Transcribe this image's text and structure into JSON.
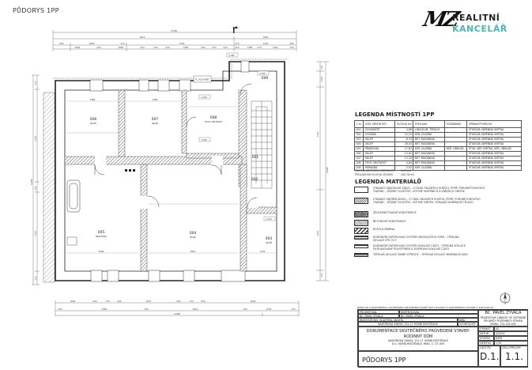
{
  "sheet": {
    "title": "PŮDORYS 1PP",
    "scale_bar_total": "13380"
  },
  "logo": {
    "monogram": "MZ",
    "line1": "REALITNÍ",
    "line2": "KANCELÁŘ",
    "accent_color": "#4fb6b8"
  },
  "dimensions": {
    "top_overall": "13380",
    "top_row2": [
      "660",
      "3690",
      "470",
      "5790",
      "410",
      "3100",
      "460"
    ],
    "top_row2_sub": [
      "9015",
      "3835"
    ],
    "top_row3": [
      "2860",
      "640",
      "2060",
      "640",
      "520",
      "640",
      "1400",
      "640",
      "570",
      "640",
      "80",
      "410",
      "1380",
      "570",
      "1150",
      "730"
    ],
    "top_row3_openings": [
      "900/1420",
      "900/1420",
      "900/1420",
      "900/1420",
      "900/1420",
      "1500",
      "1500/1500"
    ],
    "bottom_row1": [
      "1690",
      "640",
      "730",
      "640",
      "2670",
      "640",
      "720",
      "640",
      "4630"
    ],
    "bottom_row1_openings": [
      "900/1420",
      "900/1420",
      "900/1420",
      "900/1420"
    ],
    "bottom_row2": [
      "520",
      "4380",
      "330",
      "5610",
      "330",
      "3130",
      "370"
    ],
    "bottom_overall": "13380",
    "left": [
      "470",
      "4460",
      "420",
      "3720",
      "470"
    ],
    "left_overall": "13380",
    "right": [
      "340",
      "1300",
      "140",
      "4340",
      "170",
      "4210",
      "370"
    ],
    "right_overall": "13380",
    "right_openings": "1400/1250"
  },
  "rooms": [
    {
      "id": "006",
      "name": "SKLEP",
      "width": "3380"
    },
    {
      "id": "007",
      "name": "SKLEP",
      "width": "2380"
    },
    {
      "id": "008",
      "name": "TECH. MÍSTNOST",
      "width": "2290"
    },
    {
      "id": "009",
      "name": "VERANDA",
      "width": "2100"
    },
    {
      "id": "001",
      "name": "SCHODIŠTĚ"
    },
    {
      "id": "002",
      "name": "CHODBA"
    },
    {
      "id": "005",
      "name": "PRÁDELNA",
      "width": "4300"
    },
    {
      "id": "004",
      "name": "SKLEP",
      "width": "5610"
    },
    {
      "id": "003",
      "name": "SKLEP",
      "width": "2130"
    }
  ],
  "level_marks": [
    "-2,450",
    "-2,450",
    "-2,560",
    "-2,450",
    "-1,590",
    "-1,450",
    "-1,410"
  ],
  "annotation_boxes": [
    "EL. ROZVADĚČ"
  ],
  "hatched_label": "ZEMINA / TERÉN",
  "room_legend": {
    "title": "LEGENDA MÍSTNOSTÍ 1PP",
    "headers": [
      "Č.m.",
      "ÚČEL MÍSTNOSTI",
      "PLOCHA m2",
      "PODLAHA",
      "POZNÁMKA",
      "ÚPRAVA POVRCHU"
    ],
    "rows": [
      [
        "001",
        "SCHODIŠTĚ",
        "4,66",
        "LINOLEUM, TERACO",
        "",
        "ŠTUKOVÁ VÁPENNÁ OMÍTKA"
      ],
      [
        "002",
        "CHODBA",
        "10,25",
        "KER. DLAŽBA",
        "",
        "ŠTUKOVÁ VÁPENNÁ OMÍTKA"
      ],
      [
        "003",
        "SKLEP",
        "8,70",
        "BET. MAZANINA",
        "",
        "ŠTUKOVÁ VÁPENNÁ OMÍTKA"
      ],
      [
        "004",
        "SKLEP",
        "26,04",
        "BET. MAZANINA",
        "",
        "ŠTUKOVÁ VÁPENNÁ OMÍTKA"
      ],
      [
        "005",
        "PRÁDELNA",
        "17,63",
        "KER. DLAŽBA",
        "KER. OBKLAD",
        "ŠTUK. VÁP. OMÍTKA, KER. OBKLAD"
      ],
      [
        "006",
        "SKLEP",
        "13,82",
        "BET. MAZANINA",
        "",
        "ŠTUKOVÁ VÁPENNÁ OMÍTKA"
      ],
      [
        "007",
        "SKLEP",
        "13,29",
        "BET. MAZANINA",
        "",
        "ŠTUKOVÁ VÁPENNÁ OMÍTKA"
      ],
      [
        "008",
        "TECH. MÍSTNOST",
        "4,60",
        "BET. MAZANINA",
        "",
        "ŠTUKOVÁ VÁPENNÁ OMÍTKA"
      ],
      [
        "009",
        "VERANDA",
        "3,92",
        "KER. DLAŽBA",
        "",
        "ŠTUKOVÁ VÁPENNÁ OMÍTKA"
      ]
    ],
    "summary": [
      {
        "label": "PLOCHA OBYTNÝCH MÍSTNOSTÍ",
        "value": "0,00 m2"
      },
      {
        "label": "PODLAHOVÁ PLOCHA CELKEM",
        "value": "100,78 m2"
      }
    ]
  },
  "material_legend": {
    "title": "LEGENDA MATERIÁLŮ",
    "items": [
      {
        "swatch": "empty",
        "text": "STÁVAJÍCÍ OBVODOVÉ ZDIVO – Z CIHEL PÁLENÝCH PLNÝCH, POPŘ. PÓROBETONOVÝCH TVÁRNIC – RŮZNÉ TLOUŠŤKY, VČETNĚ VNITŘNÍCH A VNĚJŠÍCH OMÍTEK"
      },
      {
        "swatch": "hatch",
        "text": "STÁVAJÍCÍ VNITŘNÍ ZDIVO – Z CIHEL PÁLENÝCH PLNÝCH, POPŘ. PÓROBETONOVÝCH TVÁRNIC – RŮZNÉ TLOUŠŤKY, VČETNĚ OMÍTEK. STÁVAJÍCÍ KOMÍNOVÉ TĚLESO"
      },
      {
        "swatch": "cross",
        "text": "ŽELEZOBETONOVÉ KONSTRUKCE"
      },
      {
        "swatch": "dots",
        "text": "BETONOVÉ KONSTRUKCE"
      },
      {
        "swatch": "bold",
        "text": "ROSTLÁ ZEMINA"
      },
      {
        "swatch": "line1",
        "text": "KONTAKTNÍ ZATEPLOVACÍ SYSTÉM OBVODOVÝCH STĚN – TEPELNÁ IZOLACE EPS 70 F"
      },
      {
        "swatch": "line2",
        "text": "KONTAKTNÍ ZATEPLOVACÍ SYSTÉM SOKLOVÉ ČÁSTI – TEPELNÁ IZOLACE EXTRUDOVANÝ POLYSTYREN S ZATEPLENÍ SOKLOVÉ ČÁSTI"
      },
      {
        "swatch": "line3",
        "text": "TEPELNÁ IZOLACE ŠIKMÉ STŘECHY – TEPELNÁ IZOLACE MINERÁLNÍ VATA"
      }
    ]
  },
  "title_block": {
    "note": "JEDNÁ SE O DOKUMENTACI SKUTEČNÉHO PROVEDENÍ STAVBY DLE VYHLÁŠKY O DOKUMENTACI STAVEB Č. 499/2006 Sb.",
    "projektoval_label": "PROJEKTOVAL",
    "projektoval_value": "BC. PAVEL ZÝVALA",
    "kontroloval_label": "KONTROLOVAL",
    "kontroloval_value": "BC. PAVEL ZÝVALA",
    "investor_label": "INVESTOR",
    "investor_value": "ING. VLASTIMIL VAŠUTA",
    "investor_address": "NAHOŘICKÁ 436/94, 251 17 HORNÍ MOŠTĚNICE",
    "kraj_label": "KRAJ",
    "kraj_value": "OLOMOUCKÝ",
    "company": "BC. PAVEL ZÝVALA",
    "company_desc": "PROJEKTOVÁ ČINNOST VE VÝSTAVBĚ",
    "company_desc2": "PROJEKTY POZEMNÍCH STAVEB",
    "company_phone": "MOBIL: 724 402 603",
    "doc_title": "DOKUMENTACE SKUTEČNÉHO PROVEDENÍ STAVBY:",
    "building": "RODINNÝ DŮM",
    "address1": "NAHOŘICKÁ 436/94, 251 17 HORNÍ MOŠTĚNICE",
    "address2": "K.Ú. HORNÍ MOŠTĚNICE, PARC. Č. ST. 639",
    "fields": [
      {
        "label": "FORMÁT",
        "value": "A2"
      },
      {
        "label": "DATUM",
        "value": "4/2024"
      },
      {
        "label": "STUPEŇ",
        "value": "DSPS"
      },
      {
        "label": "MĚŘÍTKO",
        "value": "1:50"
      }
    ],
    "drawing_name": "PŮDORYS 1PP",
    "part_label": "ČÁST PD",
    "part_value": "D.1.",
    "sheet_label": "ČÍSLO PŘÍLOHY",
    "sheet_value": "1.1."
  }
}
